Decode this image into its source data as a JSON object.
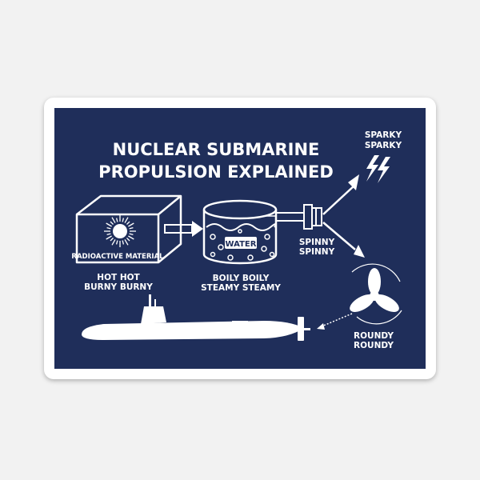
{
  "title": {
    "line1": "NUCLEAR SUBMARINE",
    "line2": "PROPULSION EXPLAINED"
  },
  "labels": {
    "box": "RADIOACTIVE MATERIAL",
    "water": "WATER",
    "hot": [
      "HOT HOT",
      "BURNY BURNY"
    ],
    "boily": [
      "BOILY BOILY",
      "STEAMY STEAMY"
    ],
    "spinny": [
      "SPINNY",
      "SPINNY"
    ],
    "sparky": [
      "SPARKY",
      "SPARKY"
    ],
    "roundy": [
      "ROUNDY",
      "ROUNDY"
    ]
  },
  "colors": {
    "panel": "#1f2e5a",
    "ink": "#ffffff",
    "sticker_border": "#ffffff",
    "background": "#f2f2f2"
  },
  "icons": [
    "sun-burst-icon",
    "lightning-icon",
    "propeller-icon",
    "submarine-icon",
    "arrow-icon"
  ]
}
